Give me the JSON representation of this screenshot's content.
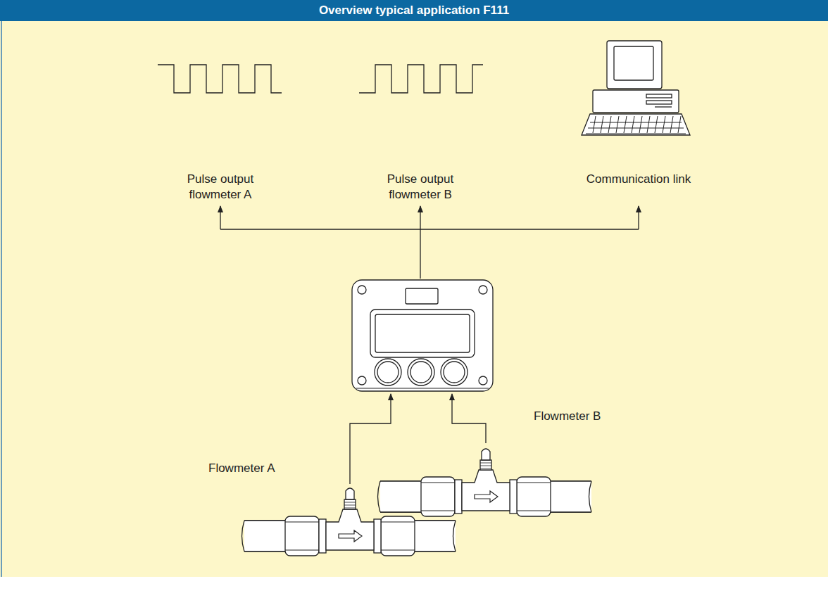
{
  "diagram": {
    "title": "Overview typical application F111",
    "nodes": [
      {
        "text": [
          "Pulse output flowmeter A"
        ]
      },
      {
        "text": [
          "Pulse output flowmeter B"
        ]
      },
      {
        "text": [
          "Communication link"
        ]
      },
      {
        "text": [
          "Flowmeter A"
        ]
      },
      {
        "text": [
          "Flowmeter B"
        ]
      }
    ]
  }
}
